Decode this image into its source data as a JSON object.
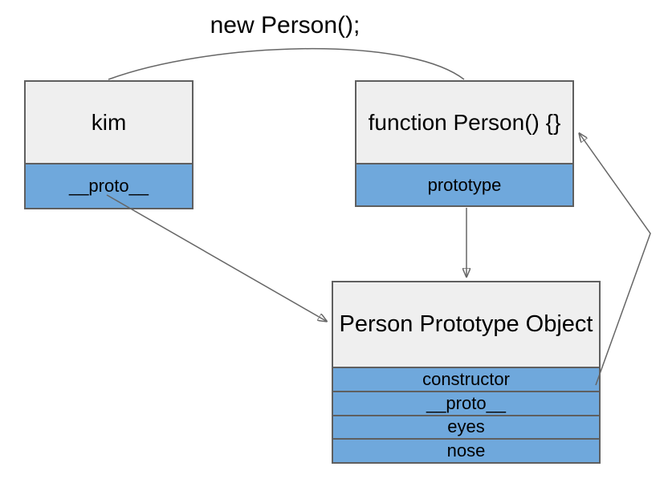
{
  "diagram": {
    "colors": {
      "background": "#ffffff",
      "box_header_fill": "#efefef",
      "box_row_fill": "#6fa8dc",
      "box_border": "#5f5f5f",
      "arrow": "#666666",
      "text": "#000000"
    },
    "nodes": [
      {
        "id": "kim",
        "title": "kim",
        "rows": [
          "__proto__"
        ]
      },
      {
        "id": "person-function",
        "title": "function Person() {}",
        "rows": [
          "prototype"
        ]
      },
      {
        "id": "person-prototype-object",
        "title": "Person Prototype Object",
        "rows": [
          "constructor",
          "__proto__",
          "eyes",
          "nose"
        ]
      }
    ],
    "edges": [
      {
        "from": "kim",
        "to": "person-function",
        "label": "new Person();",
        "style": "curved-line-no-arrowhead"
      },
      {
        "from": "kim.__proto__",
        "to": "person-prototype-object",
        "label": "",
        "style": "straight-arrow"
      },
      {
        "from": "person-function.prototype",
        "to": "person-prototype-object",
        "label": "",
        "style": "straight-arrow-down"
      },
      {
        "from": "person-prototype-object.constructor",
        "to": "person-function",
        "label": "",
        "style": "elbow-arrow"
      }
    ]
  }
}
